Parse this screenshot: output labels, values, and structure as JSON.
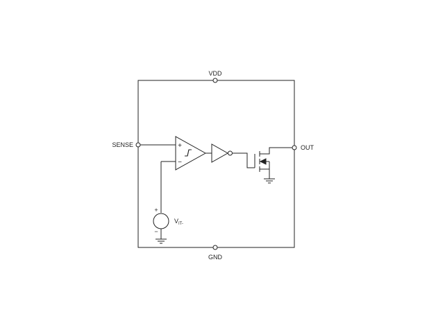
{
  "pins": {
    "vdd": "VDD",
    "gnd": "GND",
    "sense": "SENSE",
    "out": "OUT"
  },
  "comparator": {
    "plus": "+",
    "minus": "−"
  },
  "source": {
    "plus": "+",
    "minus": "−",
    "label_main": "V",
    "label_sub": "IT-"
  }
}
